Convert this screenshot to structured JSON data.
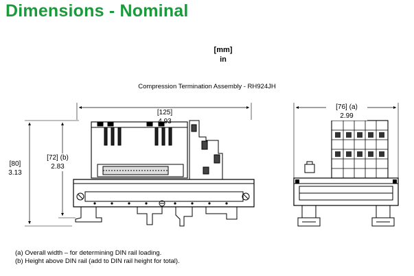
{
  "title": "Dimensions - Nominal",
  "units": {
    "metric": "[mm]",
    "imperial": "in"
  },
  "caption": "Compression Termination Assembly - RH924JH",
  "dimensions": {
    "overall_length": {
      "metric": "[125]",
      "imperial": "4.93"
    },
    "overall_height": {
      "metric": "[80]",
      "imperial": "3.13"
    },
    "height_above_rail": {
      "metric": "[72] (b)",
      "imperial": "2.83"
    },
    "overall_width": {
      "metric": "[76] (a)",
      "imperial": "2.99"
    }
  },
  "notes": [
    "(a) Overall width – for determining DIN rail loading.",
    "(b) Height above DIN rail (add to DIN rail height for total)."
  ],
  "colors": {
    "title": "#1a9a3a",
    "line": "#000000",
    "fill_dark": "#555555"
  }
}
